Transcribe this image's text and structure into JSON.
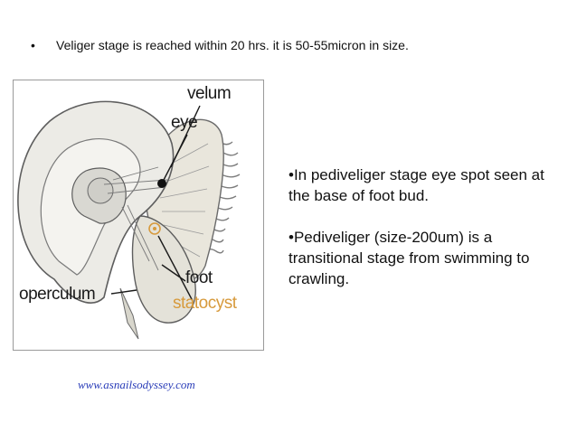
{
  "slide": {
    "top_bullet": {
      "marker": "•",
      "text": "Veliger stage is reached within 20 hrs. it is 50-55micron in size."
    },
    "figure": {
      "labels": {
        "velum": "velum",
        "eye": "eye",
        "operculum": "operculum",
        "foot": "foot",
        "statocyst": "statocyst"
      },
      "colors": {
        "statocyst": "#d79a3c"
      }
    },
    "right_bullets": [
      "•In pediveliger stage eye spot seen at the base of foot bud.",
      "•Pediveliger (size-200um) is a transitional stage from swimming to crawling."
    ],
    "credit": "www.asnailsodyssey.com"
  }
}
